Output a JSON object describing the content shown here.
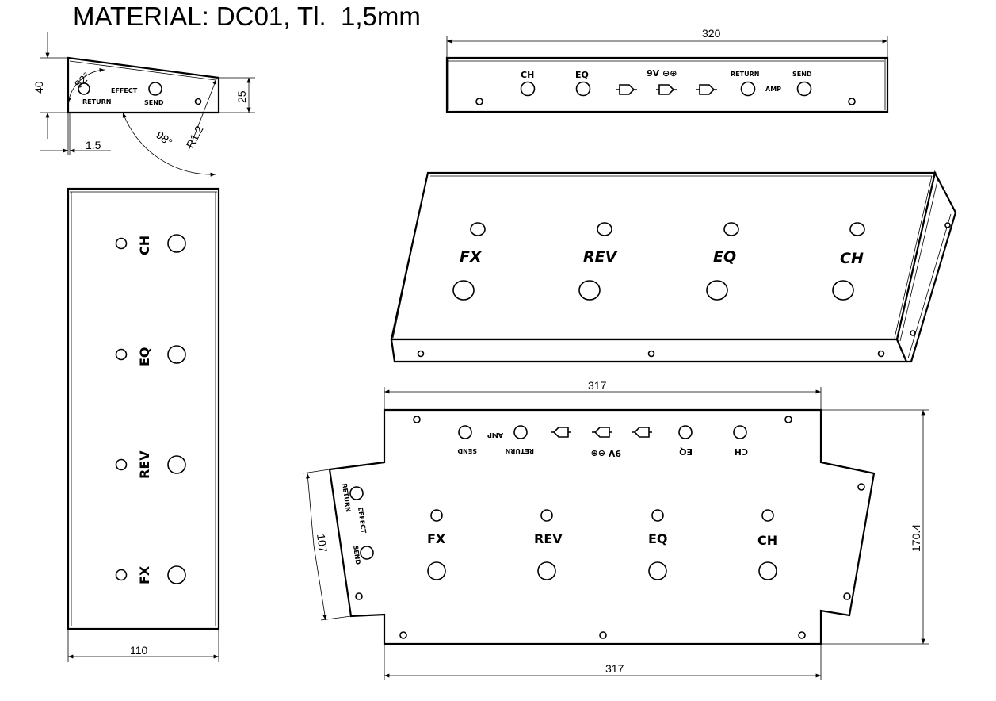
{
  "title": "MATERIAL: DC01, Tl.  1,5mm",
  "side_view": {
    "dim_height": "40",
    "dim_height_front": "25",
    "dim_thickness": "1.5",
    "angle_top": "82°",
    "angle_bottom": "98°",
    "radius": "R1.2",
    "labels": {
      "return": "RETURN",
      "effect": "EFFECT",
      "send": "SEND"
    }
  },
  "back_view": {
    "dim_width": "320",
    "labels": {
      "ch": "CH",
      "eq": "EQ",
      "power": "9V ⊖⊕",
      "return": "RETURN",
      "amp": "AMP",
      "send": "SEND"
    }
  },
  "top_view": {
    "dim_width": "110",
    "labels": [
      "CH",
      "EQ",
      "REV",
      "FX"
    ]
  },
  "iso_view": {
    "labels": [
      "FX",
      "REV",
      "EQ",
      "CH"
    ]
  },
  "flat_pattern": {
    "dim_top": "317",
    "dim_bottom": "317",
    "dim_height": "170.4",
    "dim_flap": "107",
    "back_labels": {
      "send": "SEND",
      "amp": "AMP",
      "return": "RETURN",
      "power": "9V ⊖⊕",
      "eq": "EQ",
      "ch": "CH"
    },
    "front_labels": [
      "FX",
      "REV",
      "EQ",
      "CH"
    ],
    "flap_labels": {
      "return": "RETURN",
      "effect": "EFFECT",
      "send": "SEND"
    }
  }
}
